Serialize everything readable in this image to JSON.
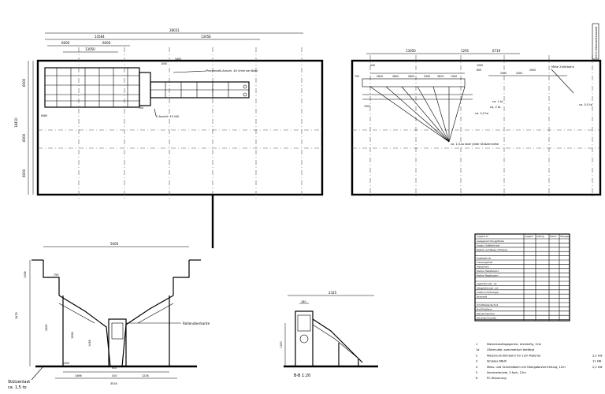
{
  "plan_left": {
    "overall_width": "28031",
    "dims_top": [
      "14564",
      "13056",
      "6000",
      "6000",
      "13050"
    ],
    "dims_left": [
      "6000",
      "6000",
      "6000",
      "18410"
    ],
    "small_dims": [
      "1000",
      "500",
      "5400",
      "6480",
      "500"
    ],
    "labels": {
      "pneumatic": "Pneumatik-Anschl. 40 l/min bei 6bar",
      "electric": "E-Anschl. 15 kW"
    }
  },
  "plan_right": {
    "dims_top": [
      "13050",
      "1291",
      "6719"
    ],
    "dims_small": [
      "540",
      "750",
      "1000",
      "600",
      "2620",
      "2800",
      "2800",
      "2000",
      "3619",
      "1900"
    ],
    "feed_dims": [
      "2000",
      "2000",
      "2000"
    ],
    "feed_label": "Mitte Zuförbahn",
    "vertical_label": "4000-Hallenseitenwand",
    "loads": [
      "ca. 1 to",
      "ca. 2 to",
      "ca. 0,3 to",
      "ca. 0,5 to"
    ],
    "support_note": "ca. 1,5 to über jeder Stützenmitte",
    "dim_1905": "1905"
  },
  "elevation": {
    "width_top": "5000",
    "dim_750": "750",
    "heights": [
      "3478",
      "2480",
      "1968",
      "1438",
      "1068"
    ],
    "bottom_dims": [
      "1466",
      "410",
      "1226",
      "3516"
    ],
    "small": [
      "610",
      "1450"
    ],
    "roll_label": "Rollenoberkante",
    "support_text_1": "Stützenlast",
    "support_text_2": "ca. 1,5 to"
  },
  "section": {
    "width": "2325",
    "dim_180": "180",
    "height": "1180",
    "label": "B-B  1:20"
  },
  "table": {
    "headers": [
      "Angebot zu",
      "Angebot",
      "Auftrag",
      "Datum",
      "Übergabe"
    ],
    "rows": [
      "Auslagevorrichtung/Winkel",
      "Ansatz / Gefälle/Anhat",
      "Position und Messe / Schienen",
      "",
      "Kugelgewinde",
      "Kreisausgefräst",
      "Halbständer",
      "Position Halbständern",
      "Position Regalaussen",
      "",
      "Lagerhöhe seit - art",
      "Ablagehöhe seit - art",
      "Anzahl vo Rohrlängen",
      "Rollenzahl",
      "",
      "Schnittstellentechnik",
      "Profil Profilform",
      "Sternenmaschine",
      "Stückliste Produkte"
    ]
  },
  "legend": [
    {
      "num": "1",
      "text": "Materialauflagegerüst, dreistufig, 12m",
      "power": ""
    },
    {
      "num": "1a",
      "text": "Zählmulde, pneumatisch betätigt",
      "power": ""
    },
    {
      "num": "2",
      "text": "Material-Zuführbahn für 12m Material",
      "power": "2,2 kW"
    },
    {
      "num": "3",
      "text": "Simplex 66HV",
      "power": "11 kW"
    },
    {
      "num": "4",
      "text": "Mess- und Schneidbahn mit Übergabevorrichtung, 12m",
      "power": "2,2 kW"
    },
    {
      "num": "5",
      "text": "Sammelmulde, 3 fach, 12m",
      "power": ""
    },
    {
      "num": "6",
      "text": "PC-Steuerung",
      "power": ""
    }
  ]
}
